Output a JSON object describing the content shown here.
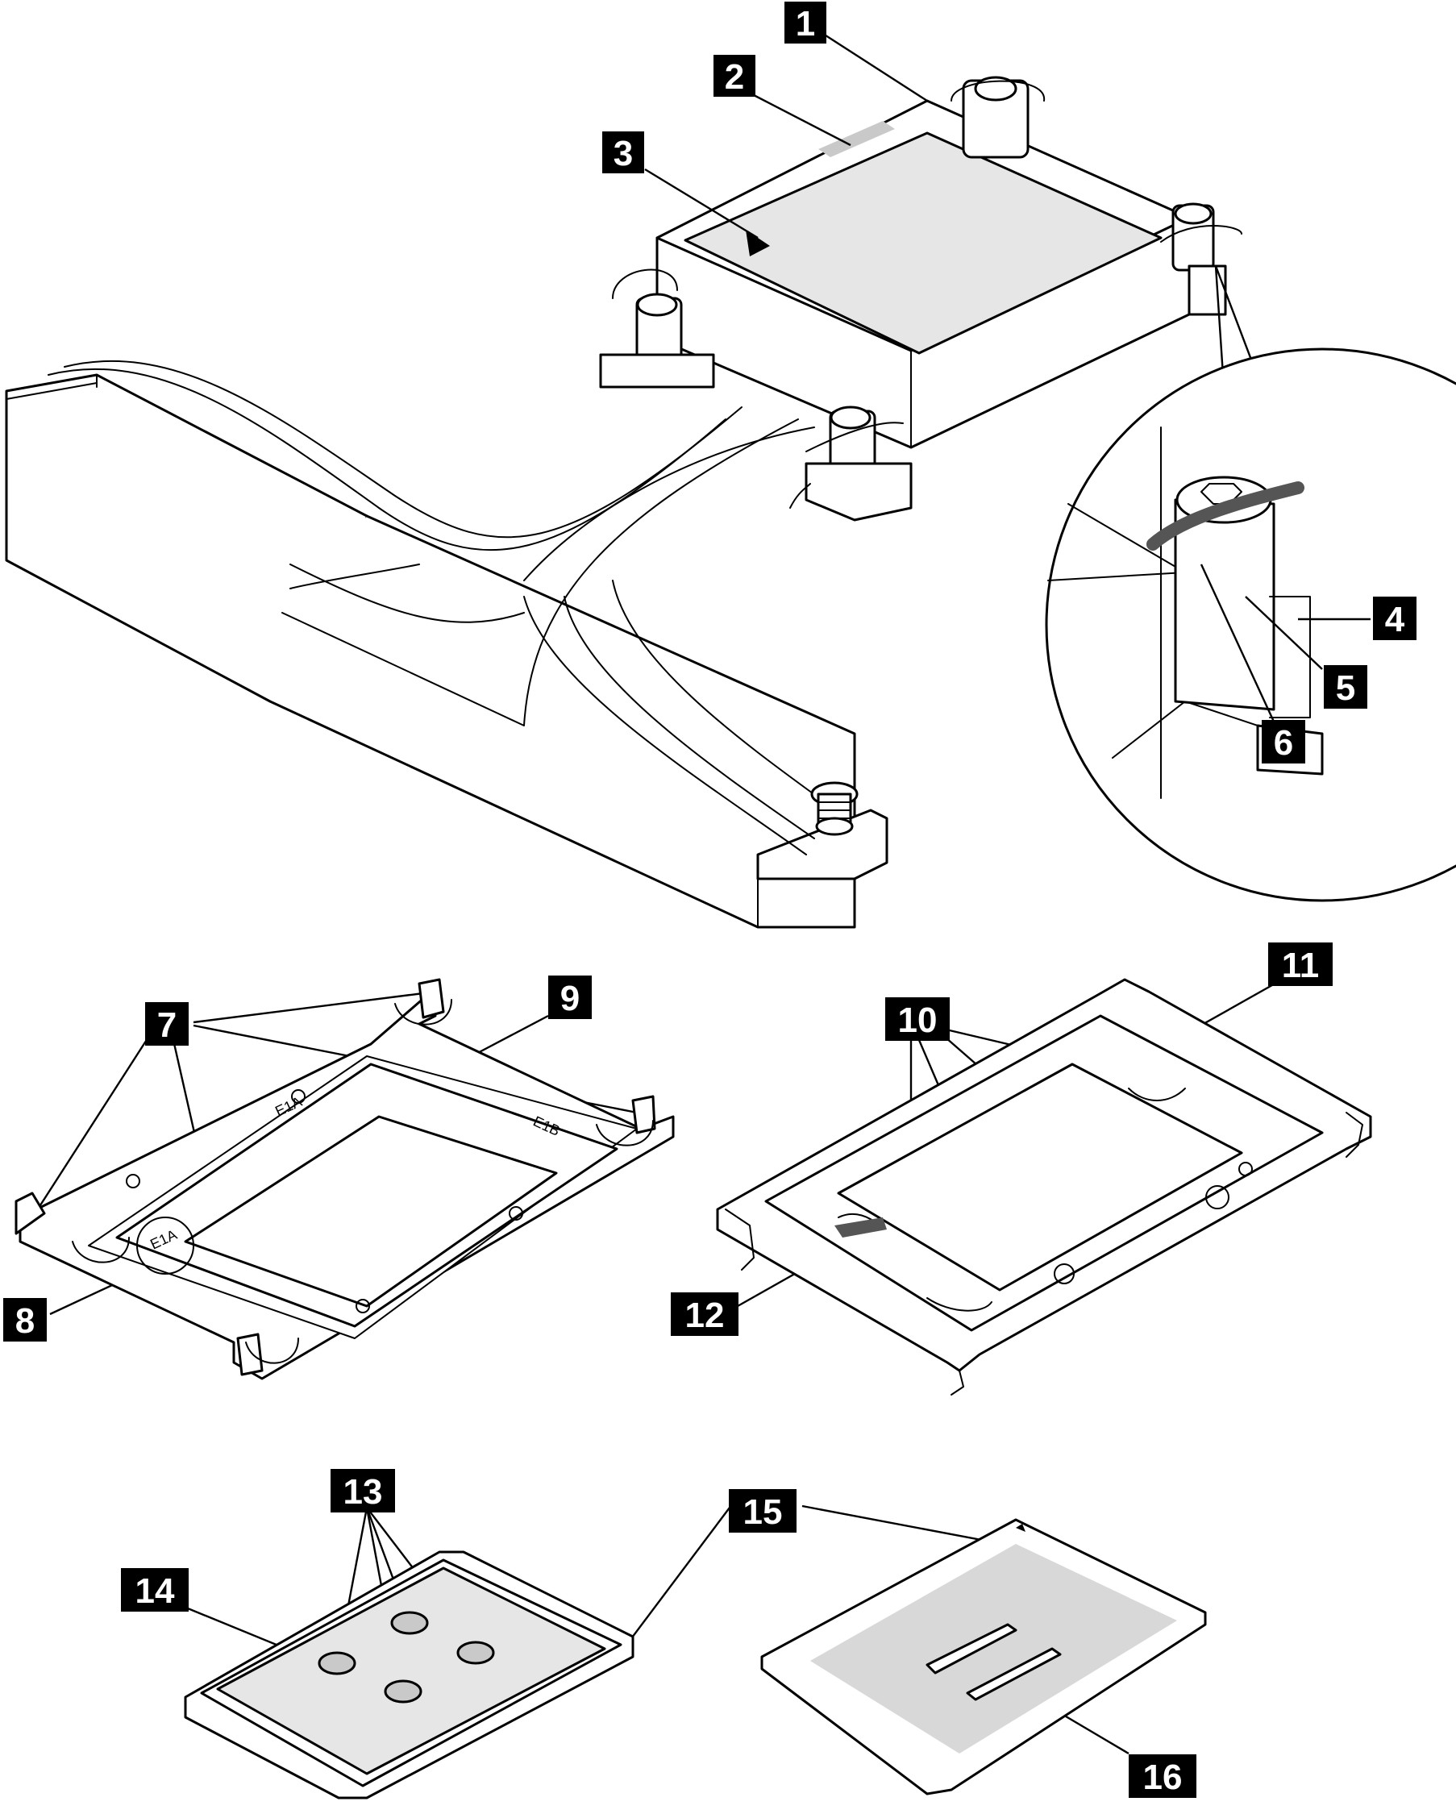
{
  "diagram": {
    "background": "#ffffff",
    "callout_color": "#000000",
    "callout_text_color": "#ffffff",
    "shading_color": "#e6e6e6",
    "callouts": [
      "1",
      "2",
      "3",
      "4",
      "5",
      "6",
      "7",
      "8",
      "9",
      "10",
      "11",
      "12",
      "13",
      "14",
      "15",
      "16"
    ]
  }
}
